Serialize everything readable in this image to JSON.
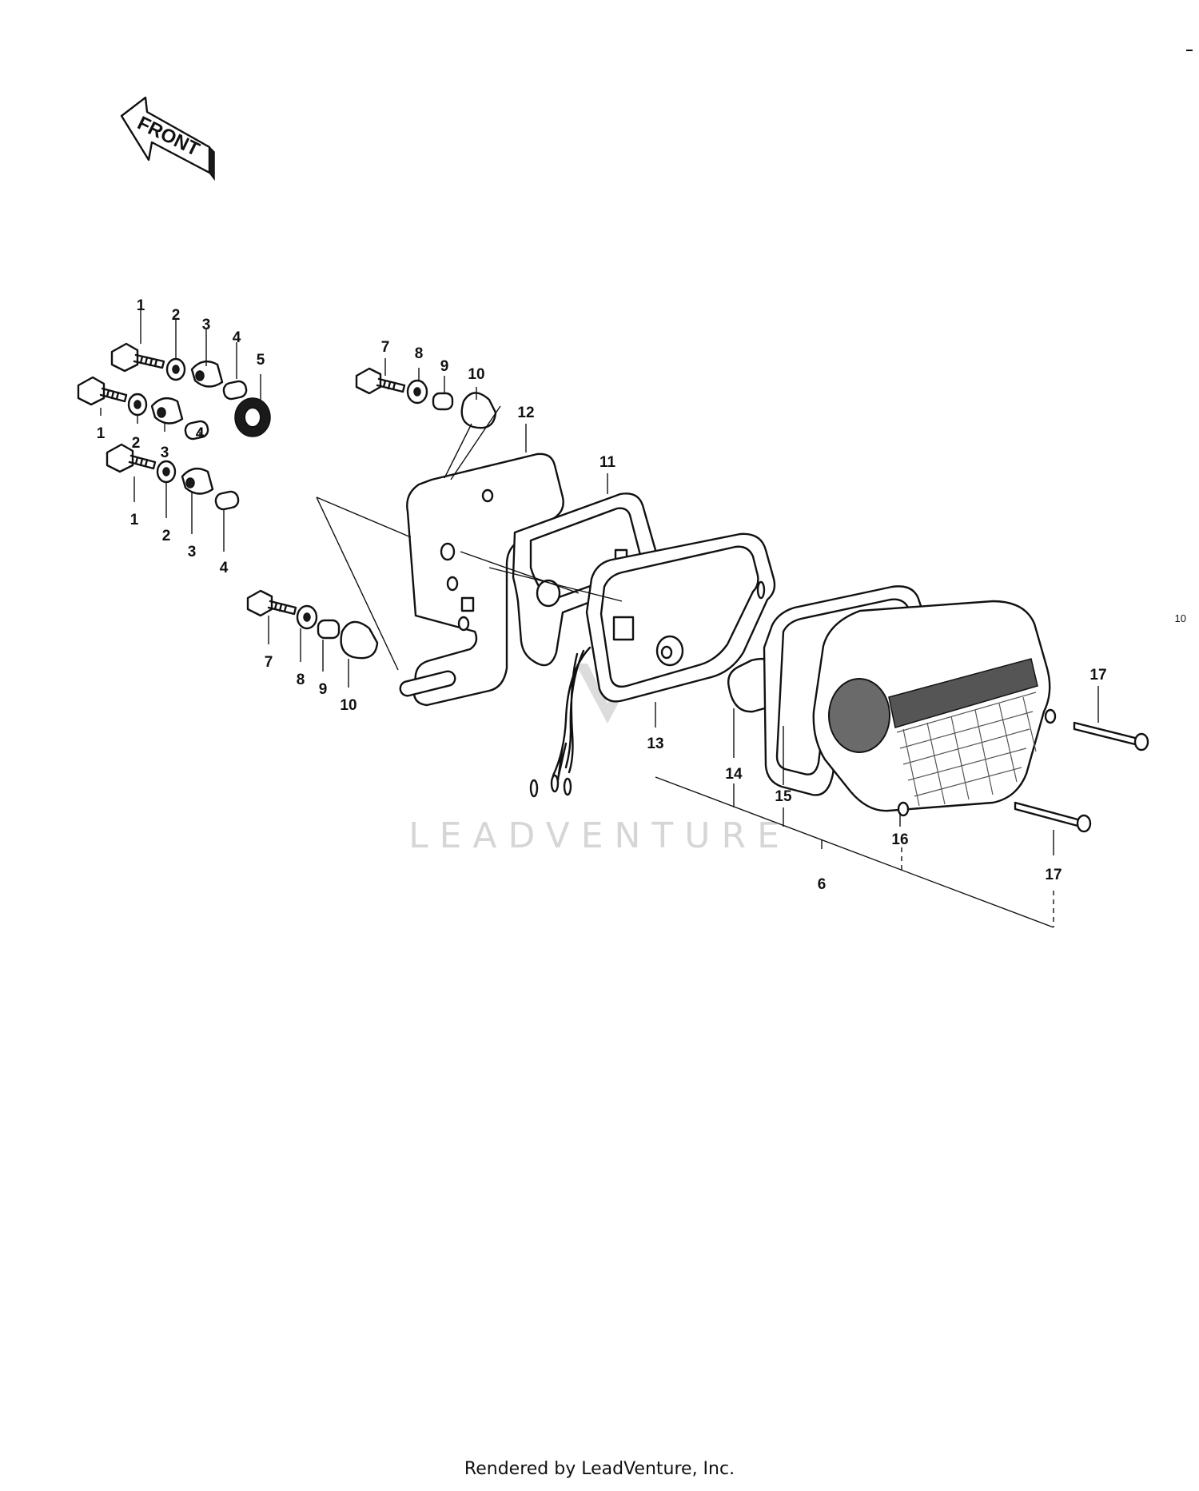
{
  "diagram": {
    "front_label": "FRONT",
    "watermark": "LEADVENTURE",
    "edge_mark": "10",
    "callouts": [
      {
        "id": "c1a",
        "text": "1"
      },
      {
        "id": "c2a",
        "text": "2"
      },
      {
        "id": "c3a",
        "text": "3"
      },
      {
        "id": "c4a",
        "text": "4"
      },
      {
        "id": "c5",
        "text": "5"
      },
      {
        "id": "c1b",
        "text": "1"
      },
      {
        "id": "c2b",
        "text": "2"
      },
      {
        "id": "c3b",
        "text": "3"
      },
      {
        "id": "c4b",
        "text": "4"
      },
      {
        "id": "c1c",
        "text": "1"
      },
      {
        "id": "c2c",
        "text": "2"
      },
      {
        "id": "c3c",
        "text": "3"
      },
      {
        "id": "c4c",
        "text": "4"
      },
      {
        "id": "c7a",
        "text": "7"
      },
      {
        "id": "c8a",
        "text": "8"
      },
      {
        "id": "c9a",
        "text": "9"
      },
      {
        "id": "c10a",
        "text": "10"
      },
      {
        "id": "c12",
        "text": "12"
      },
      {
        "id": "c11",
        "text": "11"
      },
      {
        "id": "c7b",
        "text": "7"
      },
      {
        "id": "c8b",
        "text": "8"
      },
      {
        "id": "c9b",
        "text": "9"
      },
      {
        "id": "c10b",
        "text": "10"
      },
      {
        "id": "c13",
        "text": "13"
      },
      {
        "id": "c14",
        "text": "14"
      },
      {
        "id": "c15",
        "text": "15"
      },
      {
        "id": "c16",
        "text": "16"
      },
      {
        "id": "c6",
        "text": "6"
      },
      {
        "id": "c17a",
        "text": "17"
      },
      {
        "id": "c17b",
        "text": "17"
      }
    ]
  },
  "footer": {
    "text": "Rendered by LeadVenture, Inc."
  }
}
